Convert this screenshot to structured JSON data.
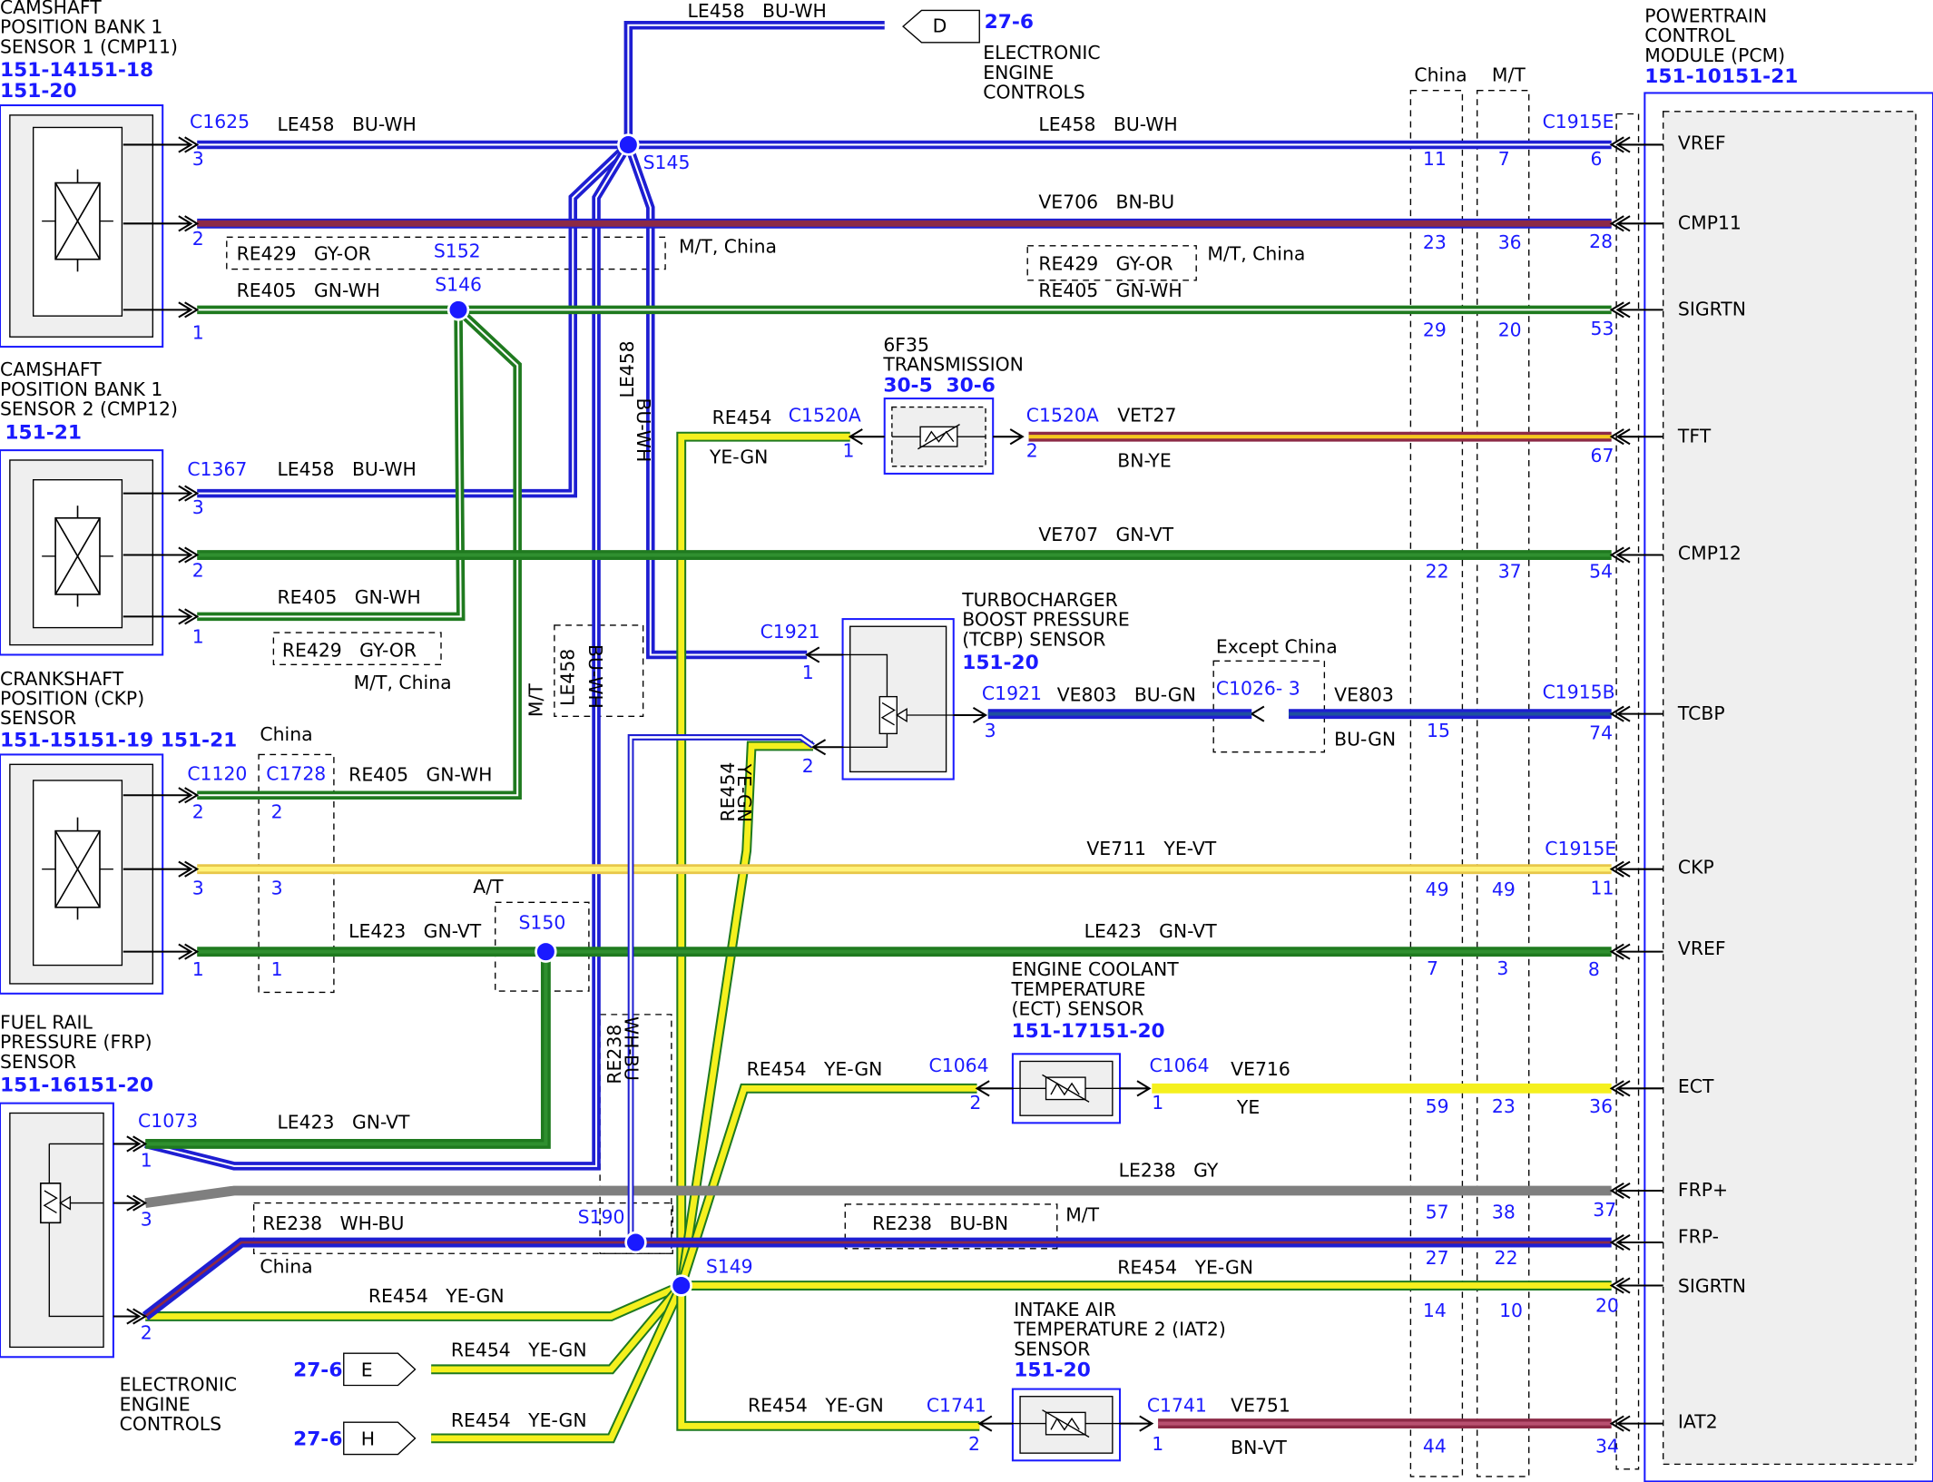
{
  "components": {
    "cmp11": {
      "title": "CAMSHAFT\nPOSITION BANK 1\nSENSOR 1 (CMP11)",
      "refs": [
        "151-14151-18",
        "151-20"
      ],
      "connector": "C1625"
    },
    "cmp12": {
      "title": "CAMSHAFT\nPOSITION BANK 1\nSENSOR 2 (CMP12)",
      "refs": [
        "151-21"
      ],
      "connector": "C1367"
    },
    "ckp": {
      "title": "CRANKSHAFT\nPOSITION (CKP)\nSENSOR",
      "refs": [
        "151-15151-19 151-21"
      ],
      "connector": "C1120",
      "connector2": "C1728",
      "connector2_note": "China"
    },
    "frp": {
      "title": "FUEL RAIL\nPRESSURE (FRP)\nSENSOR",
      "refs": [
        "151-16151-20"
      ],
      "connector": "C1073"
    },
    "pcm": {
      "title": "POWERTRAIN\nCONTROL\nMODULE (PCM)",
      "refs": [
        "151-10151-21"
      ]
    },
    "transmission": {
      "title": "6F35\nTRANSMISSION",
      "refs": [
        "30-5",
        "30-6"
      ],
      "connector": "C1520A"
    },
    "tcbp": {
      "title": "TURBOCHARGER\nBOOST PRESSURE\n(TCBP) SENSOR",
      "refs": [
        "151-20"
      ],
      "connector": "C1921"
    },
    "ect": {
      "title": "ENGINE COOLANT\nTEMPERATURE\n(ECT) SENSOR",
      "refs": [
        "151-17151-20"
      ],
      "connector": "C1064"
    },
    "iat2": {
      "title": "INTAKE AIR\nTEMPERATURE 2 (IAT2)\nSENSOR",
      "refs": [
        "151-20"
      ],
      "connector": "C1741"
    },
    "eec_top": {
      "title": "ELECTRONIC\nENGINE\nCONTROLS",
      "ref": "27-6",
      "tag": "D"
    },
    "eec_bottom": {
      "title": "ELECTRONIC\nENGINE\nCONTROLS",
      "ref_e": "27-6",
      "tag_e": "E",
      "ref_h": "27-6",
      "tag_h": "H"
    }
  },
  "pcm_pins": [
    "VREF",
    "CMP11",
    "SIGRTN",
    "TFT",
    "CMP12",
    "TCBP",
    "CKP",
    "VREF",
    "ECT",
    "FRP+",
    "FRP-",
    "SIGRTN",
    "IAT2"
  ],
  "pcm_connectors": [
    "C1915E",
    "C1915B",
    "C1915E"
  ],
  "columns": {
    "china": "China",
    "mt": "M/T",
    "except_china": "Except China",
    "at": "A/T"
  },
  "splices": [
    "S145",
    "S146",
    "S152",
    "S150",
    "S190",
    "S149"
  ],
  "wires": {
    "le458": {
      "circuit": "LE458",
      "color": "BU-WH"
    },
    "ve706": {
      "circuit": "VE706",
      "color": "BN-BU"
    },
    "re429": {
      "circuit": "RE429",
      "color": "GY-OR",
      "note": "M/T, China"
    },
    "re405": {
      "circuit": "RE405",
      "color": "GN-WH"
    },
    "re454": {
      "circuit": "RE454",
      "color": "YE-GN"
    },
    "vet27": {
      "circuit": "VET27",
      "color": "BN-YE"
    },
    "ve707": {
      "circuit": "VE707",
      "color": "GN-VT"
    },
    "ve803": {
      "circuit": "VE803",
      "color": "BU-GN"
    },
    "c1026": "C1026- 3",
    "ve711": {
      "circuit": "VE711",
      "color": "YE-VT"
    },
    "le423": {
      "circuit": "LE423",
      "color": "GN-VT"
    },
    "re238": {
      "circuit": "RE238",
      "color": "WH-BU"
    },
    "ve716": {
      "circuit": "VE716",
      "color": "YE"
    },
    "le238": {
      "circuit": "LE238",
      "color": "GY"
    },
    "re238_mt": {
      "circuit": "RE238",
      "color": "BU-BN",
      "note": "M/T"
    },
    "ve751": {
      "circuit": "VE751",
      "color": "BN-VT"
    },
    "mt": "M/T",
    "china": "China"
  },
  "pins": {
    "row_vref": [
      "3",
      "11",
      "7",
      "6"
    ],
    "row_cmp11": [
      "2",
      "23",
      "36",
      "28"
    ],
    "row_sigrtn": [
      "1",
      "29",
      "20",
      "53"
    ],
    "row_tft": [
      "1",
      "2",
      "67"
    ],
    "row_cmp12_vref": "3",
    "row_cmp12": [
      "2",
      "22",
      "37",
      "54"
    ],
    "row_cmp12_sig": "1",
    "row_tcbp": [
      "1",
      "3",
      "15",
      "74",
      "2"
    ],
    "row_ckp_top": [
      "2",
      "2"
    ],
    "row_ckp": [
      "3",
      "3",
      "49",
      "49",
      "11"
    ],
    "row_ckp_vref": [
      "1",
      "1",
      "7",
      "3",
      "8"
    ],
    "row_ect": [
      "2",
      "1",
      "59",
      "23",
      "36"
    ],
    "row_frp": [
      "1",
      "3",
      "57",
      "38",
      "37",
      "27",
      "22",
      "2",
      "14",
      "10",
      "20"
    ],
    "row_iat2": [
      "2",
      "1",
      "44",
      "34"
    ]
  },
  "colors": {
    "wire_blue": "#1e1ed2",
    "wire_green": "#1f7a1f",
    "wire_yellow": "#f5f01e",
    "wire_brown": "#8c2a46",
    "wire_gray": "#7f7f7f",
    "label_blue": "#1a1aff"
  }
}
